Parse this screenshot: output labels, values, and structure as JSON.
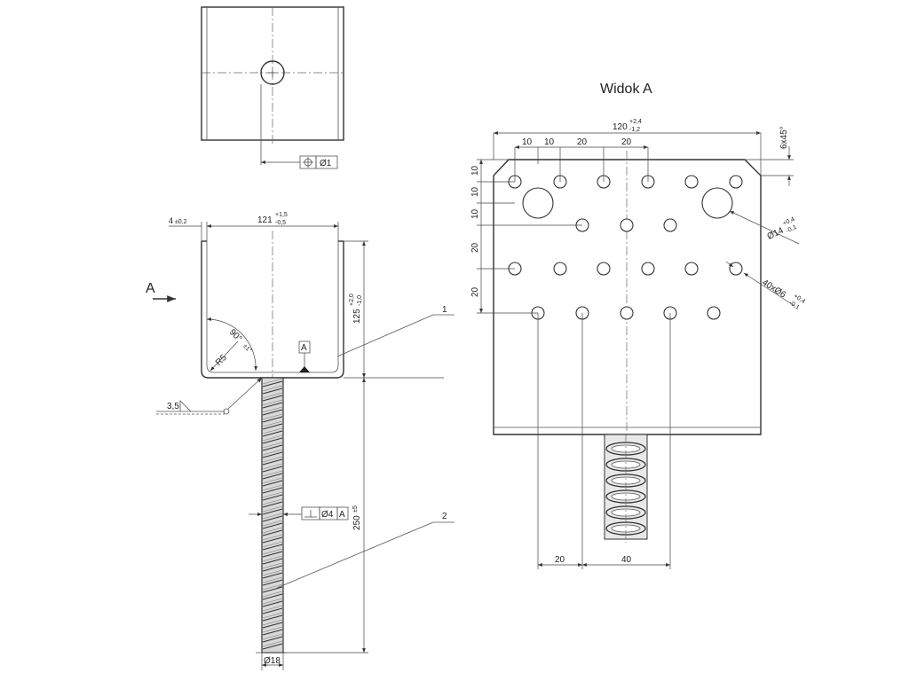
{
  "view_title": "Widok A",
  "arrow_label": "A",
  "top_view": {
    "position_tol_value": "Ø1"
  },
  "front_view": {
    "thickness": {
      "value": "4",
      "tol": "±0,2"
    },
    "width": {
      "value": "121",
      "tol_up": "+1,5",
      "tol_down": "-0,5"
    },
    "height": {
      "value": "125",
      "tol_up": "+2,0",
      "tol_down": "-1,0"
    },
    "angle": {
      "value": "90°",
      "tol": "±1°"
    },
    "radius": "R5",
    "datum": "A",
    "weld": "3,5",
    "rebar_length": {
      "value": "250",
      "tol": "±5"
    },
    "rebar_diameter": "Ø18",
    "perp_tol": {
      "value": "Ø4",
      "datum": "A"
    },
    "callouts": [
      "1",
      "2"
    ]
  },
  "view_a": {
    "width": {
      "value": "120",
      "tol_up": "+2,4",
      "tol_down": "-1,2"
    },
    "chamfer": "6x45°",
    "top_dims": [
      "10",
      "10",
      "20",
      "20"
    ],
    "left_dims": [
      "10",
      "10",
      "10",
      "20",
      "20"
    ],
    "bottom_dims": [
      "20",
      "40"
    ],
    "large_hole": {
      "value": "Ø14",
      "tol_up": "+0,4",
      "tol_down": "-0,1"
    },
    "small_holes": {
      "value": "40xØ6",
      "tol_up": "+0,4",
      "tol_down": "-0,1"
    }
  }
}
